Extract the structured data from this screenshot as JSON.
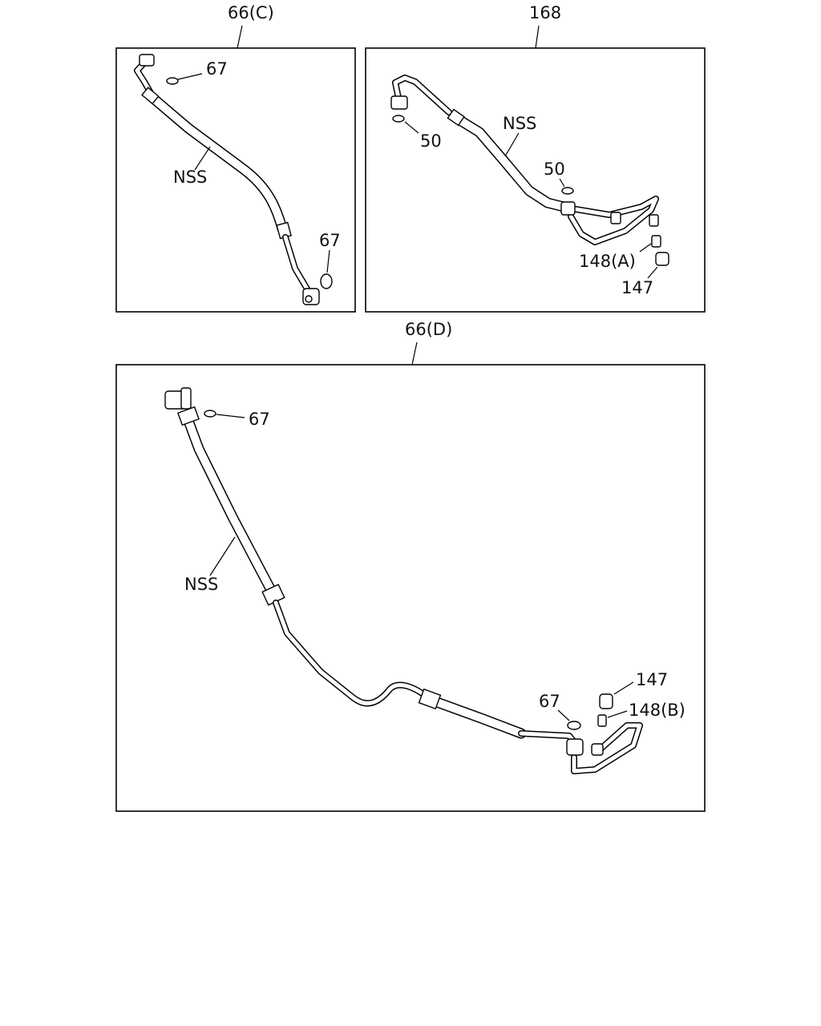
{
  "panels": {
    "c": {
      "title": "66(C)",
      "hose": "NSS",
      "oring_top": "67",
      "oring_bottom": "67"
    },
    "n168": {
      "title": "168",
      "hose": "NSS",
      "oring_left": "50",
      "oring_mid": "50",
      "fitting": "148(A)",
      "cap": "147"
    },
    "d": {
      "title": "66(D)",
      "hose": "NSS",
      "oring_top": "67",
      "oring_bottom": "67",
      "cap": "147",
      "fitting": "148(B)"
    }
  }
}
